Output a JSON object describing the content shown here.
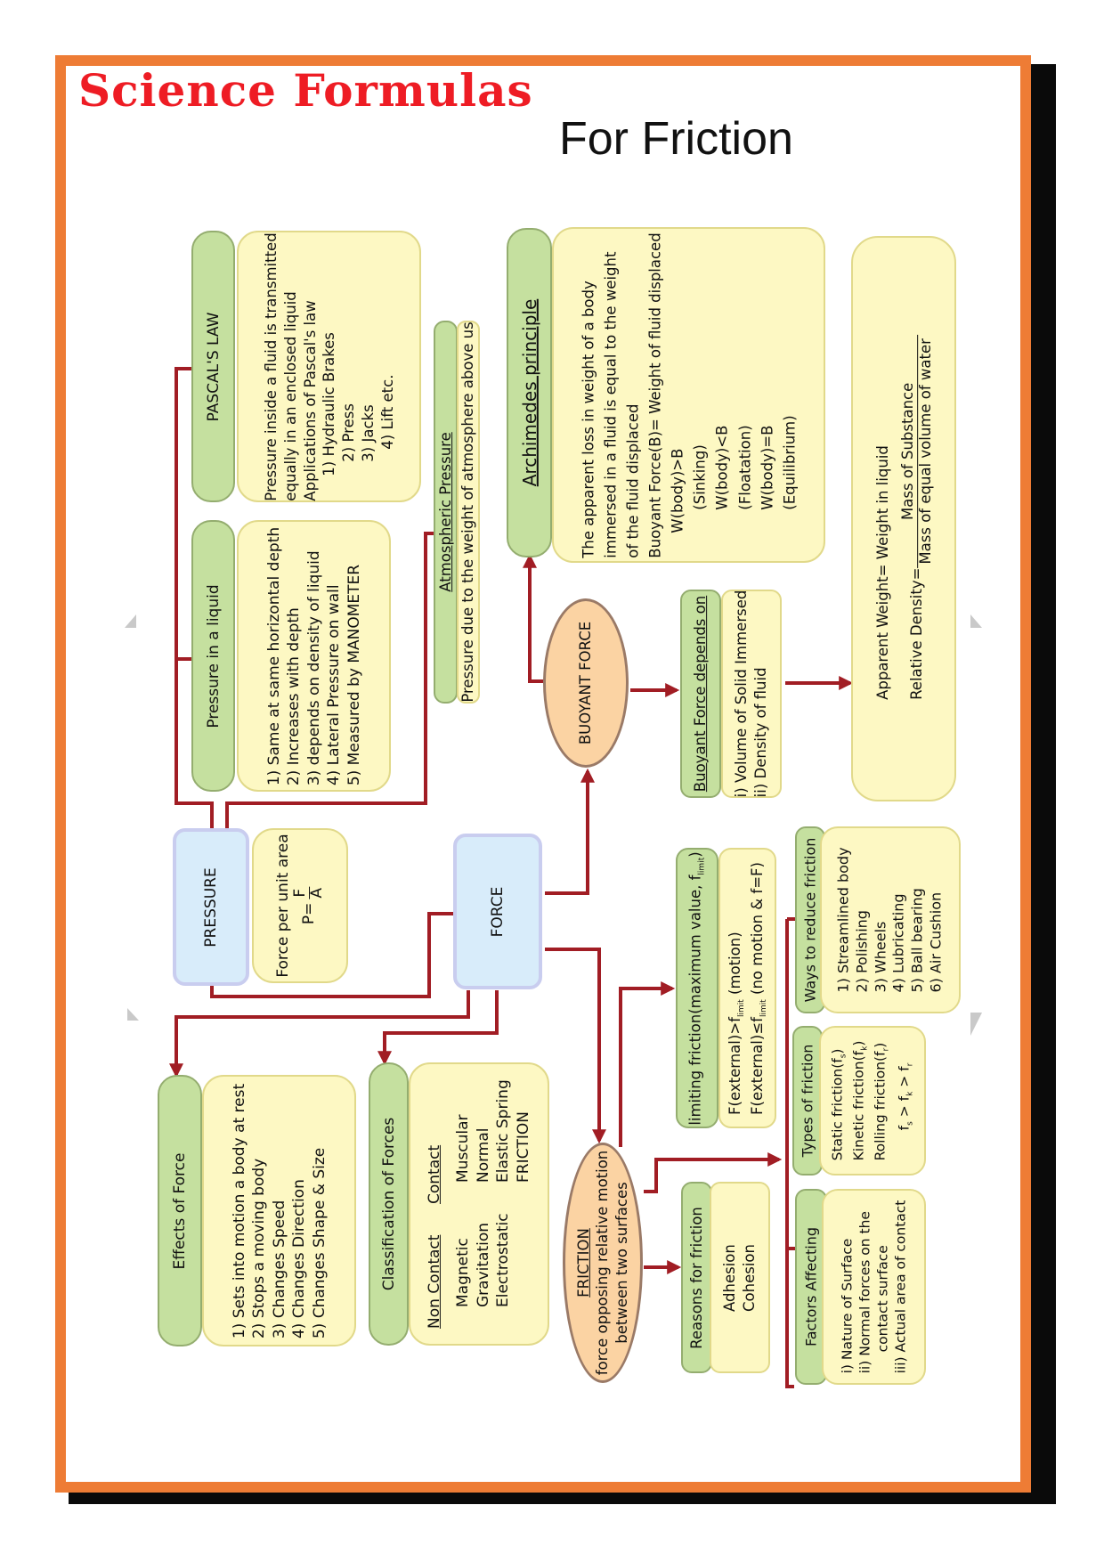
{
  "header": {
    "title": "Science Formulas",
    "subtitle": "For Friction",
    "title_color": "#ee1c24",
    "border_color": "#ee7c35"
  },
  "colors": {
    "header_green": "#c5e09f",
    "box_yellow": "#fdf8c3",
    "node_blue": "#d8ecfa",
    "oval_orange": "#fbd3a3",
    "connector_red": "#a11d24"
  },
  "nodes": {
    "pressure": {
      "label": "PRESSURE"
    },
    "pressure_def": {
      "line1": "Force per unit area",
      "formula_prefix": "P=",
      "numerator": "F",
      "denominator": "A"
    },
    "force": {
      "label": "FORCE"
    },
    "pressure_liquid": {
      "title": "Pressure in a liquid",
      "items": [
        "1) Same at same horizontal depth",
        "2) Increases with depth",
        "3) depends on density of liquid",
        "4) Lateral Pressure on wall",
        "5) Measured by MANOMETER"
      ]
    },
    "pascal": {
      "title": "PASCAL'S LAW",
      "lines": [
        "Pressure inside a fluid is transmitted",
        "equally in an enclosed liquid",
        "Applications of Pascal's law",
        "1) Hydraulic Brakes",
        "2) Press",
        "3) Jacks",
        "4) Lift etc."
      ]
    },
    "atmospheric": {
      "title": "Atmospheric Pressure",
      "text": "Pressure due to the weight of atmosphere above us"
    },
    "archimedes": {
      "title": "Archimedes principle",
      "lines": [
        "The apparent loss in weight of a body",
        "immersed in a fluid is equal to the weight",
        "of the fluid displaced",
        "Buoyant Force(B)= Weight of fluid displaced",
        "W(body)>B",
        "(Sinking)",
        "W(body)<B",
        "(Floatation)",
        "W(body)=B",
        "(Equilibrium)"
      ]
    },
    "buoyant_force": {
      "label": "BUOYANT FORCE"
    },
    "buoyant_depends": {
      "title": "Buoyant Force depends on",
      "items": [
        "i)  Volume of Solid Immersed",
        "ii) Density of fluid"
      ]
    },
    "apparent": {
      "line1": "Apparent Weight= Weight in liquid",
      "prefix": "Relative Density=",
      "numerator": "Mass of Substance",
      "denominator": "Mass of equal volume of water"
    },
    "effects": {
      "title": "Effects of Force",
      "items": [
        "1) Sets into motion a body at rest",
        "2) Stops a moving body",
        "3) Changes Speed",
        "4) Changes Direction",
        "5) Changes Shape & Size"
      ]
    },
    "classification": {
      "title": "Classification of Forces",
      "non_contact_title": "Non Contact",
      "non_contact": [
        "Magnetic",
        "Gravitation",
        "Electrostatic"
      ],
      "contact_title": "Contact",
      "contact": [
        "Muscular",
        "Normal",
        "Elastic Spring",
        "FRICTION"
      ]
    },
    "friction": {
      "title": "FRICTION",
      "line1": "force opposing relative motion",
      "line2": "between two surfaces"
    },
    "limiting": {
      "title": "limiting friction(maximum value, f",
      "title_sub": "limit",
      "title_end": ")",
      "line1a": "F(external)>f",
      "line1sub": "limit",
      "line1b": " (motion)",
      "line2a": "F(external)≤f",
      "line2sub": "limit",
      "line2b": " (no motion & f=F)"
    },
    "ways": {
      "title": "Ways to reduce friction",
      "items": [
        "1) Streamlined body",
        "2) Polishing",
        "3) Wheels",
        "4) Lubricating",
        "5) Ball bearing",
        "6) Air Cushion"
      ]
    },
    "types": {
      "title": "Types of friction",
      "static": "Static friction(f",
      "static_sub": "s",
      "kinetic": "Kinetic friction(f",
      "kinetic_sub": "k",
      "rolling": "Rolling friction(f",
      "rolling_sub": "r",
      "close": ")",
      "rel_f": "f",
      "rel_gt": " > f",
      "rel_s": "s",
      "rel_k": "k",
      "rel_r": "r"
    },
    "reasons": {
      "title": "Reasons for friction",
      "items": [
        "Adhesion",
        "Cohesion"
      ]
    },
    "factors": {
      "title": "Factors Affecting",
      "items": [
        "i) Nature of Surface",
        "ii) Normal forces on the",
        "contact surface",
        "iii) Actual area of contact"
      ]
    }
  }
}
